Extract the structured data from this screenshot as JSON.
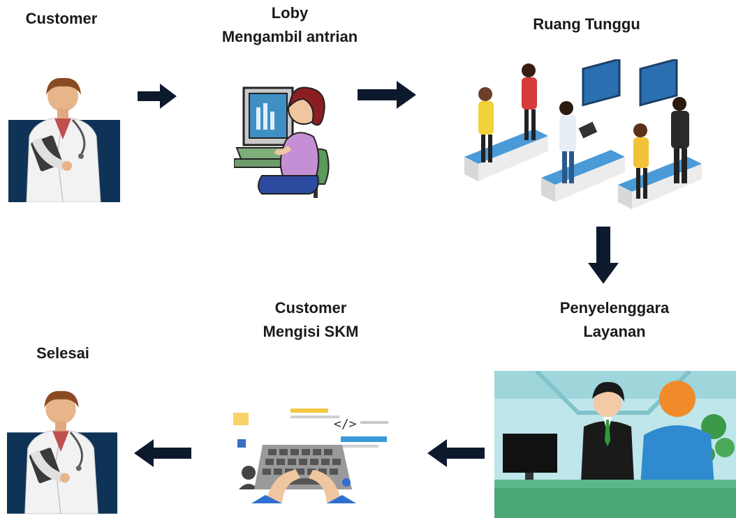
{
  "steps": {
    "customer": {
      "label": "Customer",
      "icon": "doctor-icon"
    },
    "loby": {
      "line1": "Loby",
      "line2": "Mengambil antrian",
      "icon": "computer-user-icon"
    },
    "ruang_tunggu": {
      "label": "Ruang Tunggu",
      "icon": "waiting-room-icon"
    },
    "penyelenggara": {
      "line1": "Penyelenggara",
      "line2": "Layanan",
      "icon": "service-desk-icon"
    },
    "skm": {
      "line1": "Customer",
      "line2": "Mengisi SKM",
      "icon": "keyboard-typing-icon"
    },
    "selesai": {
      "label": "Selesai",
      "icon": "doctor-icon"
    }
  },
  "colors": {
    "arrow": "#0d1a2e",
    "panel": "#0f3357",
    "accent": "#3a9ad9"
  }
}
